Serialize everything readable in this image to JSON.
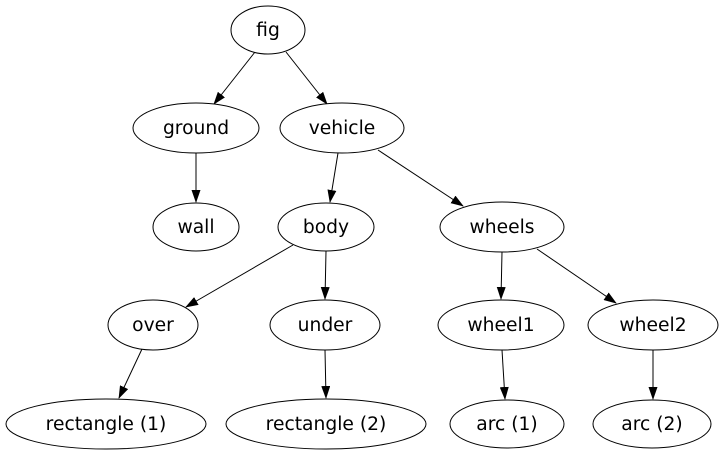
{
  "graph": {
    "background_color": "#ffffff",
    "node_fill_color": "#ffffff",
    "node_stroke_color": "#000000",
    "edge_color": "#000000",
    "label_color": "#000000",
    "nodes": [
      {
        "id": "fig",
        "label": "fig"
      },
      {
        "id": "ground",
        "label": "ground"
      },
      {
        "id": "vehicle",
        "label": "vehicle"
      },
      {
        "id": "wall",
        "label": "wall"
      },
      {
        "id": "body",
        "label": "body"
      },
      {
        "id": "wheels",
        "label": "wheels"
      },
      {
        "id": "over",
        "label": "over"
      },
      {
        "id": "under",
        "label": "under"
      },
      {
        "id": "wheel1",
        "label": "wheel1"
      },
      {
        "id": "wheel2",
        "label": "wheel2"
      },
      {
        "id": "rectangle1",
        "label": "rectangle (1)"
      },
      {
        "id": "rectangle2",
        "label": "rectangle (2)"
      },
      {
        "id": "arc1",
        "label": "arc (1)"
      },
      {
        "id": "arc2",
        "label": "arc (2)"
      }
    ],
    "edges": [
      {
        "from": "fig",
        "to": "ground"
      },
      {
        "from": "fig",
        "to": "vehicle"
      },
      {
        "from": "ground",
        "to": "wall"
      },
      {
        "from": "vehicle",
        "to": "body"
      },
      {
        "from": "vehicle",
        "to": "wheels"
      },
      {
        "from": "body",
        "to": "over"
      },
      {
        "from": "body",
        "to": "under"
      },
      {
        "from": "wheels",
        "to": "wheel1"
      },
      {
        "from": "wheels",
        "to": "wheel2"
      },
      {
        "from": "over",
        "to": "rectangle1"
      },
      {
        "from": "under",
        "to": "rectangle2"
      },
      {
        "from": "wheel1",
        "to": "arc1"
      },
      {
        "from": "wheel2",
        "to": "arc2"
      }
    ]
  }
}
